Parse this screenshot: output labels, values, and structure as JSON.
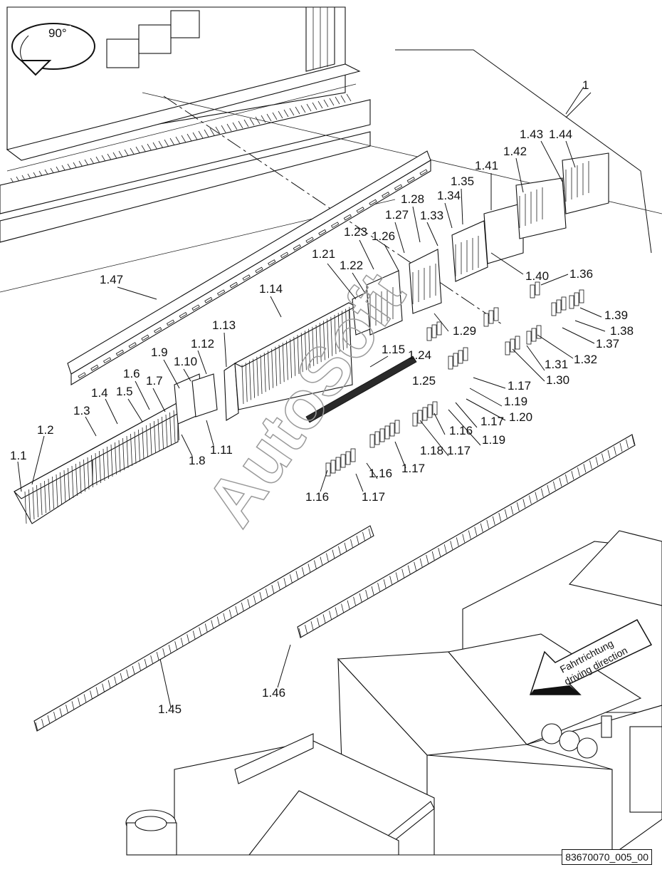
{
  "rotation_label": "90°",
  "watermark": "AutoSoft",
  "direction_label": {
    "line1": "Fahrtrichtung",
    "line2": "driving direction"
  },
  "figure_id": "83670070_005_00",
  "callouts": [
    "1",
    "1.1",
    "1.2",
    "1.3",
    "1.4",
    "1.5",
    "1.6",
    "1.7",
    "1.8",
    "1.9",
    "1.10",
    "1.11",
    "1.12",
    "1.13",
    "1.14",
    "1.15",
    "1.16",
    "1.17",
    "1.18",
    "1.19",
    "1.20",
    "1.21",
    "1.22",
    "1.23",
    "1.24",
    "1.25",
    "1.26",
    "1.27",
    "1.28",
    "1.29",
    "1.30",
    "1.31",
    "1.32",
    "1.33",
    "1.34",
    "1.35",
    "1.36",
    "1.37",
    "1.38",
    "1.39",
    "1.40",
    "1.41",
    "1.42",
    "1.43",
    "1.44",
    "1.45",
    "1.46",
    "1.47"
  ]
}
